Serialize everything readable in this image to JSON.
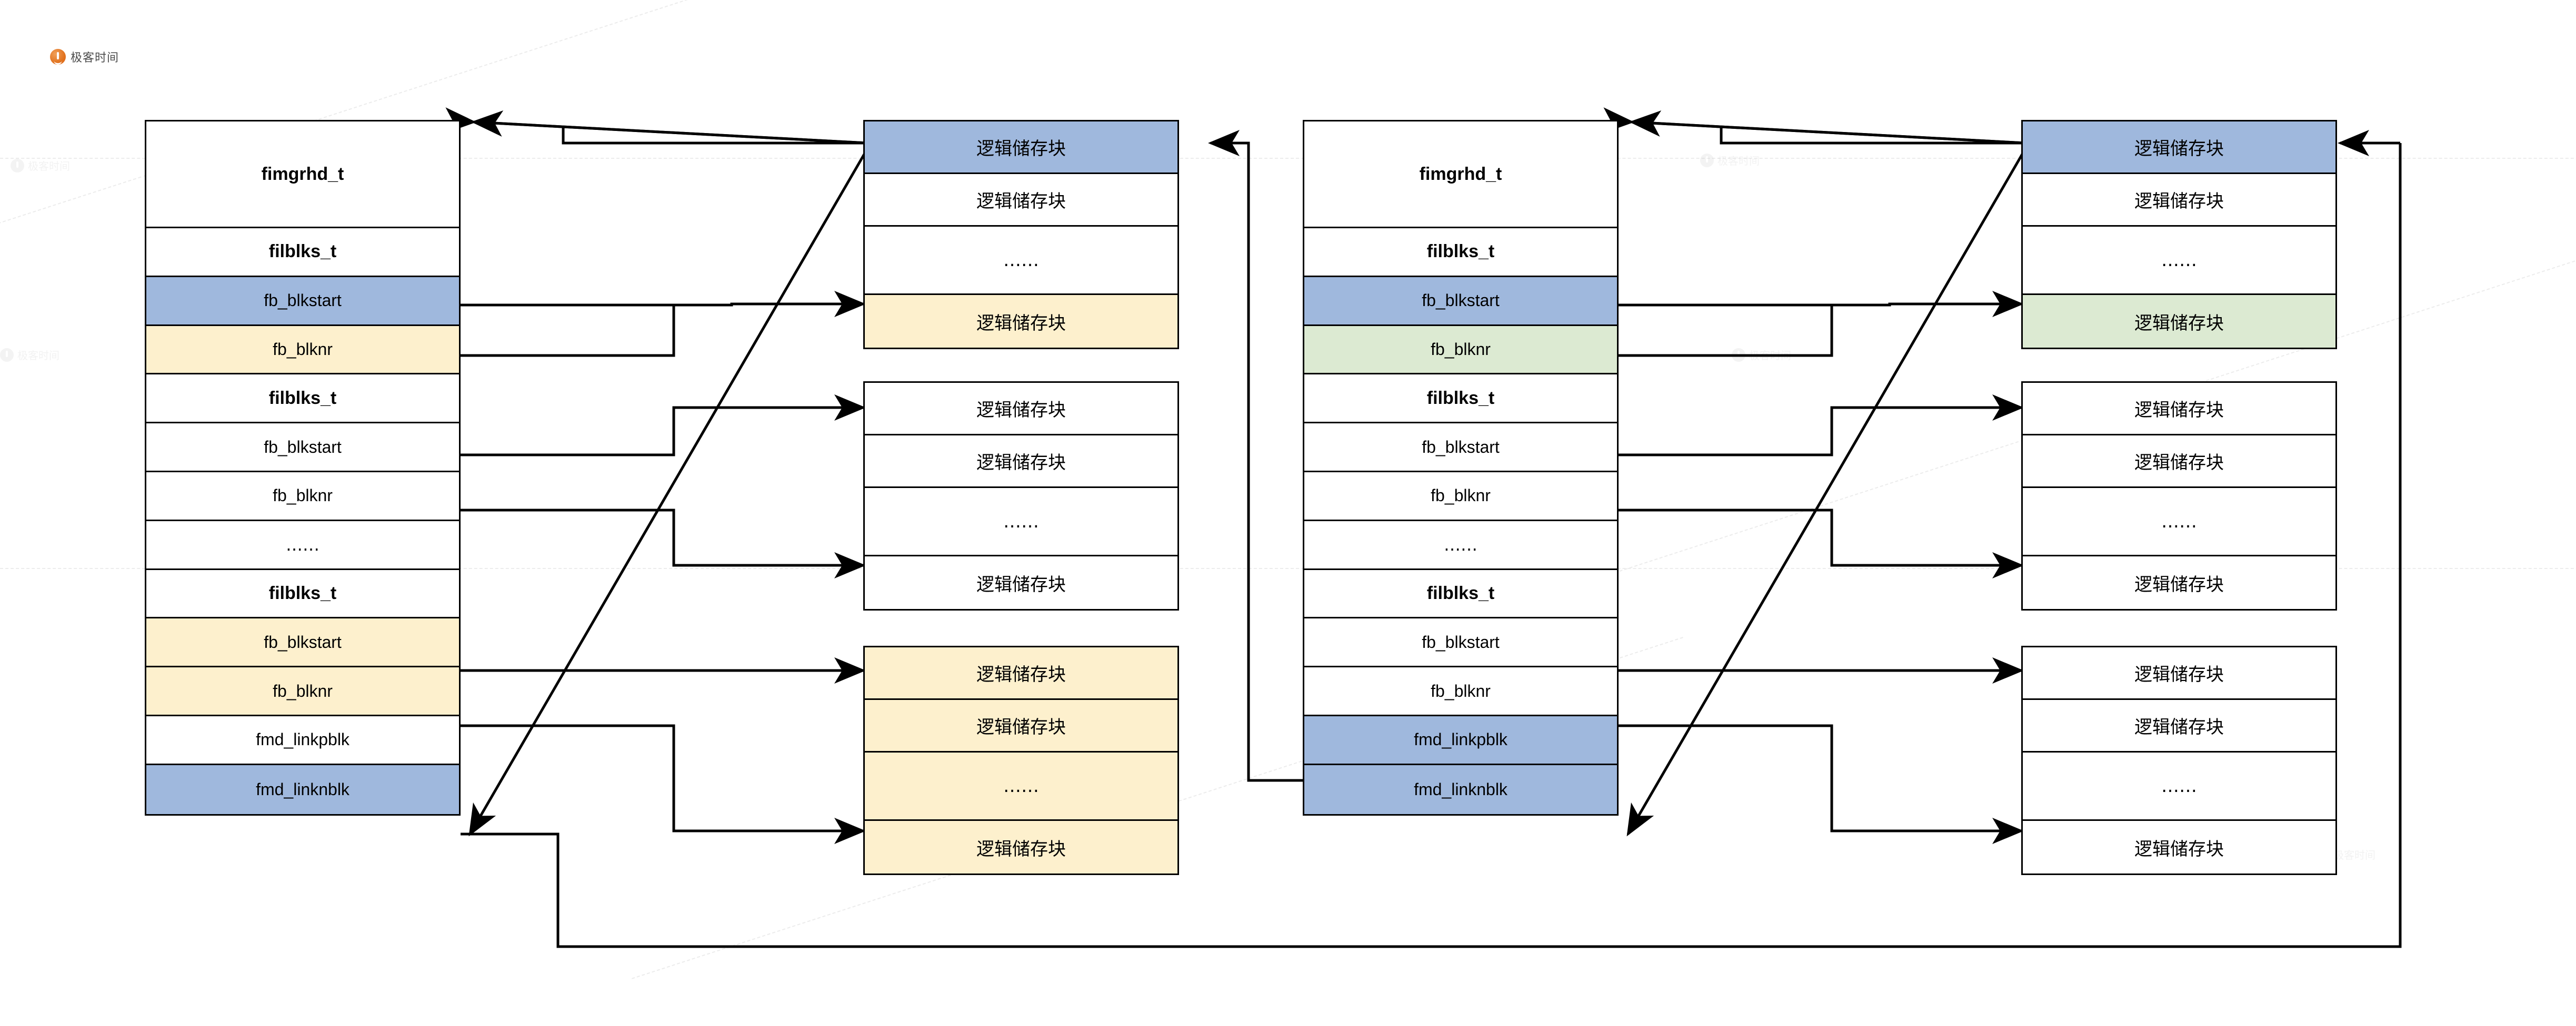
{
  "watermark": {
    "brand": "极客时间",
    "logo_icon": "geektime-logo-icon"
  },
  "diagram": {
    "title_text": "fimgrhd_t block mapping diagram",
    "colors": {
      "blue": "#9fb8dd",
      "yellow": "#fdf0cd",
      "green": "#dcead2",
      "white": "#ffffff",
      "stroke": "#000000"
    },
    "labels": {
      "struct_root": "fimgrhd_t",
      "struct_blks": "filblks_t",
      "field_blkstart": "fb_blkstart",
      "field_blknr": "fb_blknr",
      "field_linkpblk": "fmd_linkpblk",
      "field_linknblk": "fmd_linknblk",
      "block": "逻辑储存块",
      "ellipsis": "……"
    },
    "panels": [
      {
        "id": "panel-left",
        "name": "fimgrhd-table-left",
        "rows": [
          {
            "text": "fimgrhd_t",
            "fill": "white",
            "bold": true,
            "h": 70
          },
          {
            "text": "filblks_t",
            "fill": "white",
            "bold": true,
            "h": 32
          },
          {
            "text": "fb_blkstart",
            "fill": "blue",
            "bold": false,
            "h": 32
          },
          {
            "text": "fb_blknr",
            "fill": "yellow",
            "bold": false,
            "h": 32
          },
          {
            "text": "filblks_t",
            "fill": "white",
            "bold": true,
            "h": 32
          },
          {
            "text": "fb_blkstart",
            "fill": "white",
            "bold": false,
            "h": 32
          },
          {
            "text": "fb_blknr",
            "fill": "white",
            "bold": false,
            "h": 32
          },
          {
            "text": "……",
            "fill": "white",
            "bold": false,
            "h": 32
          },
          {
            "text": "filblks_t",
            "fill": "white",
            "bold": true,
            "h": 32
          },
          {
            "text": "fb_blkstart",
            "fill": "yellow",
            "bold": false,
            "h": 32
          },
          {
            "text": "fb_blknr",
            "fill": "yellow",
            "bold": false,
            "h": 32
          },
          {
            "text": "fmd_linkpblk",
            "fill": "white",
            "bold": false,
            "h": 32
          },
          {
            "text": "fmd_linknblk",
            "fill": "blue",
            "bold": false,
            "h": 32
          }
        ],
        "blockgroups": [
          {
            "name": "block-group-left-1",
            "rows": [
              {
                "text": "逻辑储存块",
                "fill": "blue"
              },
              {
                "text": "逻辑储存块",
                "fill": "white"
              },
              {
                "text": "……",
                "fill": "white"
              },
              {
                "text": "逻辑储存块",
                "fill": "yellow"
              }
            ]
          },
          {
            "name": "block-group-left-2",
            "rows": [
              {
                "text": "逻辑储存块",
                "fill": "white"
              },
              {
                "text": "逻辑储存块",
                "fill": "white"
              },
              {
                "text": "……",
                "fill": "white"
              },
              {
                "text": "逻辑储存块",
                "fill": "white"
              }
            ]
          },
          {
            "name": "block-group-left-3",
            "rows": [
              {
                "text": "逻辑储存块",
                "fill": "yellow"
              },
              {
                "text": "逻辑储存块",
                "fill": "yellow"
              },
              {
                "text": "……",
                "fill": "yellow"
              },
              {
                "text": "逻辑储存块",
                "fill": "yellow"
              }
            ]
          }
        ]
      },
      {
        "id": "panel-right",
        "name": "fimgrhd-table-right",
        "rows": [
          {
            "text": "fimgrhd_t",
            "fill": "white",
            "bold": true,
            "h": 70
          },
          {
            "text": "filblks_t",
            "fill": "white",
            "bold": true,
            "h": 32
          },
          {
            "text": "fb_blkstart",
            "fill": "blue",
            "bold": false,
            "h": 32
          },
          {
            "text": "fb_blknr",
            "fill": "green",
            "bold": false,
            "h": 32
          },
          {
            "text": "filblks_t",
            "fill": "white",
            "bold": true,
            "h": 32
          },
          {
            "text": "fb_blkstart",
            "fill": "white",
            "bold": false,
            "h": 32
          },
          {
            "text": "fb_blknr",
            "fill": "white",
            "bold": false,
            "h": 32
          },
          {
            "text": "……",
            "fill": "white",
            "bold": false,
            "h": 32
          },
          {
            "text": "filblks_t",
            "fill": "white",
            "bold": true,
            "h": 32
          },
          {
            "text": "fb_blkstart",
            "fill": "white",
            "bold": false,
            "h": 32
          },
          {
            "text": "fb_blknr",
            "fill": "white",
            "bold": false,
            "h": 32
          },
          {
            "text": "fmd_linkpblk",
            "fill": "blue",
            "bold": false,
            "h": 32
          },
          {
            "text": "fmd_linknblk",
            "fill": "blue",
            "bold": false,
            "h": 32
          }
        ],
        "blockgroups": [
          {
            "name": "block-group-right-1",
            "rows": [
              {
                "text": "逻辑储存块",
                "fill": "blue"
              },
              {
                "text": "逻辑储存块",
                "fill": "white"
              },
              {
                "text": "……",
                "fill": "white"
              },
              {
                "text": "逻辑储存块",
                "fill": "green"
              }
            ]
          },
          {
            "name": "block-group-right-2",
            "rows": [
              {
                "text": "逻辑储存块",
                "fill": "white"
              },
              {
                "text": "逻辑储存块",
                "fill": "white"
              },
              {
                "text": "……",
                "fill": "white"
              },
              {
                "text": "逻辑储存块",
                "fill": "white"
              }
            ]
          },
          {
            "name": "block-group-right-3",
            "rows": [
              {
                "text": "逻辑储存块",
                "fill": "white"
              },
              {
                "text": "逻辑储存块",
                "fill": "white"
              },
              {
                "text": "……",
                "fill": "white"
              },
              {
                "text": "逻辑储存块",
                "fill": "white"
              }
            ]
          }
        ]
      }
    ]
  }
}
